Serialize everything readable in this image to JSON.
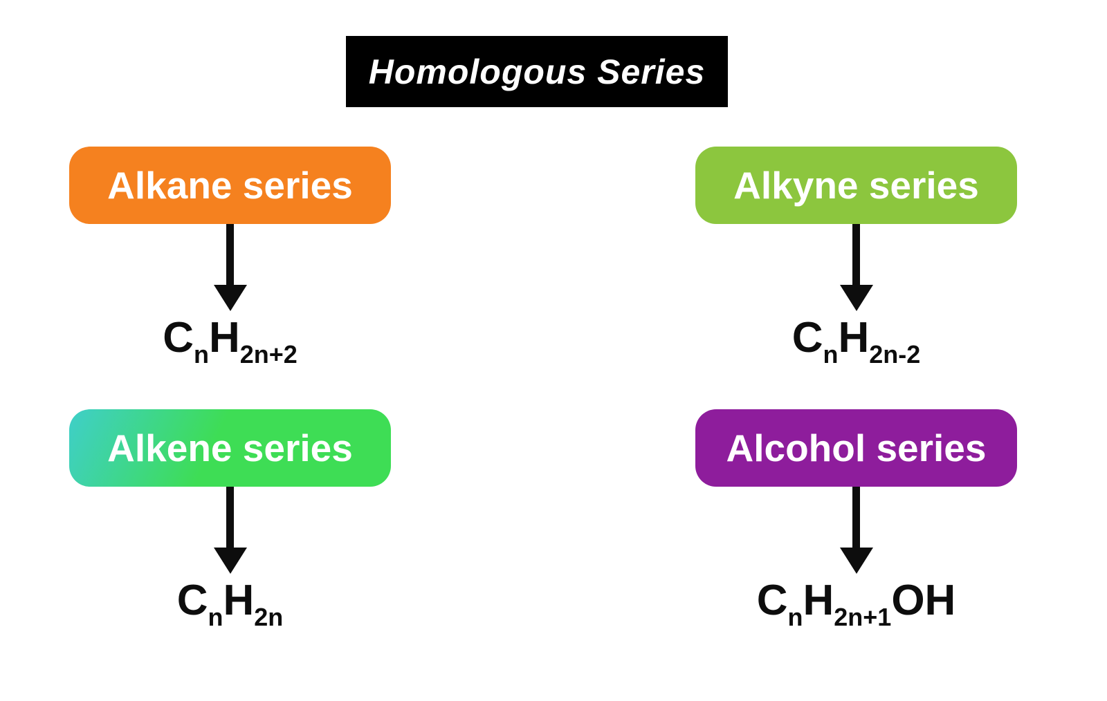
{
  "title": "Homologous Series",
  "series": [
    {
      "label": "Alkane series",
      "background": "#f5811f",
      "formula": {
        "p1": "C",
        "s1": "n",
        "p2": "H",
        "s2": "2n+2",
        "p3": ""
      }
    },
    {
      "label": "Alkyne series",
      "background": "#8cc63e",
      "formula": {
        "p1": "C",
        "s1": "n",
        "p2": "H",
        "s2": "2n-2",
        "p3": ""
      }
    },
    {
      "label": "Alkene series",
      "background": "linear-gradient(115deg, #3fcfc9 0%, #3edd55 45%)",
      "formula": {
        "p1": "C",
        "s1": "n",
        "p2": "H",
        "s2": "2n",
        "p3": ""
      }
    },
    {
      "label": "Alcohol series",
      "background": "#8e1d9c",
      "formula": {
        "p1": "C",
        "s1": "n",
        "p2": "H",
        "s2": "2n+1",
        "p3": "OH"
      }
    }
  ]
}
